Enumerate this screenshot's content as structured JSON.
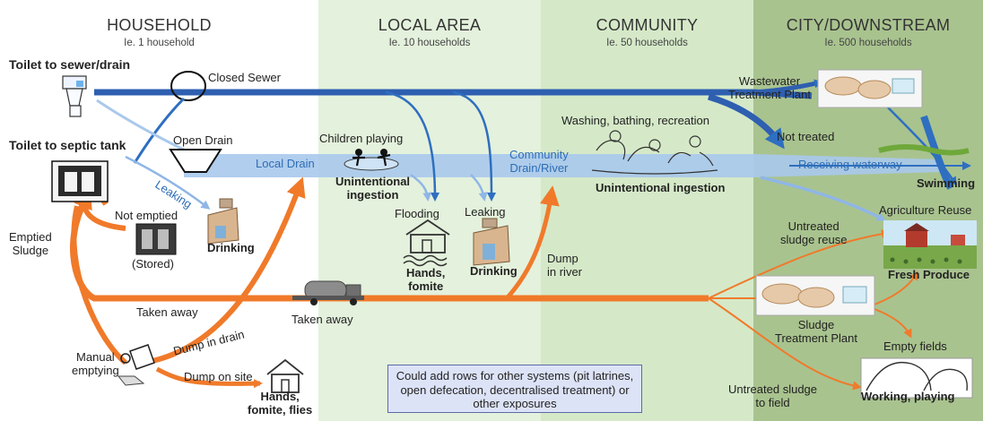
{
  "zones": [
    {
      "title": "HOUSEHOLD",
      "subtitle": "Ie. 1 household"
    },
    {
      "title": "LOCAL AREA",
      "subtitle": "Ie. 10 households"
    },
    {
      "title": "COMMUNITY",
      "subtitle": "Ie. 50 households"
    },
    {
      "title": "CITY/DOWNSTREAM",
      "subtitle": "Ie. 500 households"
    }
  ],
  "labels": {
    "toilet_sewer": "Toilet to sewer/drain",
    "toilet_septic": "Toilet to septic tank",
    "closed_sewer": "Closed Sewer",
    "open_drain": "Open Drain",
    "local_drain": "Local Drain",
    "leaking_1": "Leaking",
    "not_emptied": "Not emptied",
    "stored": "(Stored)",
    "drinking_1": "Drinking",
    "emptied_sludge": "Emptied\nSludge",
    "taken_away_1": "Taken away",
    "taken_away_2": "Taken away",
    "manual_emptying": "Manual\nemptying",
    "dump_in_drain": "Dump in drain",
    "dump_on_site": "Dump on site",
    "hands_fomite_flies": "Hands,\nfomite, flies",
    "children_playing": "Children playing",
    "unintentional_ingestion_1": "Unintentional\ningestion",
    "flooding": "Flooding",
    "leaking_2": "Leaking",
    "hands_fomite": "Hands,\nfomite",
    "drinking_2": "Drinking",
    "washing": "Washing, bathing, recreation",
    "community_drain": "Community\nDrain/River",
    "unintentional_ingestion_2": "Unintentional ingestion",
    "dump_in_river": "Dump\nin river",
    "wastewater_tp": "Wastewater\nTreatment Plant",
    "not_treated": "Not treated",
    "receiving_waterway": "Receiving waterway",
    "swimming": "Swimming",
    "agriculture_reuse": "Agriculture Reuse",
    "untreated_sludge_reuse": "Untreated\nsludge reuse",
    "fresh_produce": "Fresh Produce",
    "sludge_tp": "Sludge\nTreatment Plant",
    "empty_fields": "Empty fields",
    "untreated_sludge_field": "Untreated sludge\nto field",
    "working_playing": "Working, playing"
  },
  "note": "Could add rows for other systems (pit latrines, open defecation, decentralised treatment) or other exposures",
  "colors": {
    "household_bg": "#ffffff",
    "local_bg": "#e4f1dc",
    "community_bg": "#d5e9c8",
    "city_bg": "#a9c38f",
    "sewer_blue": "#2e5fb0",
    "drain_blue": "#a9c9ec",
    "light_blue": "#8fb6e6",
    "sludge_orange": "#f07a2a"
  }
}
